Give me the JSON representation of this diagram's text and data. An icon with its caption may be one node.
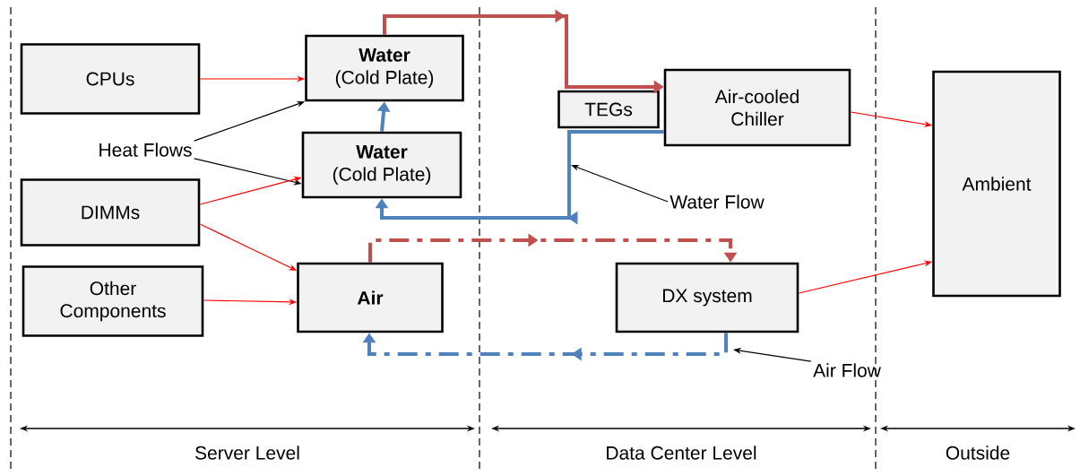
{
  "diagram": {
    "nodes": [
      {
        "text": [
          "CPUs"
        ]
      },
      {
        "text": [
          "Water",
          "(Cold Plate)"
        ]
      },
      {
        "text": [
          "Heat Flows"
        ]
      },
      {
        "text": [
          "Water",
          "(Cold Plate)"
        ]
      },
      {
        "text": [
          "DIMMs"
        ]
      },
      {
        "text": [
          "Other Components"
        ]
      },
      {
        "text": [
          "Air"
        ]
      },
      {
        "text": [
          "TEGs"
        ]
      },
      {
        "text": [
          "Air-cooled Chiller"
        ]
      },
      {
        "text": [
          "Water Flow"
        ]
      },
      {
        "text": [
          "Ambient"
        ]
      },
      {
        "text": [
          "DX system"
        ]
      },
      {
        "text": [
          "Air Flow"
        ]
      }
    ],
    "edges": [
      {
        "from": 0,
        "to": 1,
        "arrow": "to"
      },
      {
        "from": 2,
        "to": 1,
        "arrow": "to",
        "color": "#000000"
      },
      {
        "from": 2,
        "to": 3,
        "arrow": "to",
        "color": "#000000"
      },
      {
        "from": 4,
        "to": 3,
        "arrow": "to"
      },
      {
        "from": 4,
        "to": 6,
        "arrow": "to"
      },
      {
        "from": 5,
        "to": 6,
        "arrow": "to"
      },
      {
        "from": 3,
        "to": 1,
        "arrow": "to",
        "style": "thick",
        "color": "#4f81bd"
      },
      {
        "from": 1,
        "to": 8,
        "arrow": "to",
        "style": "thick",
        "color": "#c0504d"
      },
      {
        "from": 8,
        "to": 3,
        "arrow": "to",
        "style": "thick",
        "color": "#4f81bd"
      },
      {
        "from": 6,
        "to": 11,
        "arrow": "to",
        "style": "dashed",
        "color": "#c0504d"
      },
      {
        "from": 11,
        "to": 6,
        "arrow": "to",
        "style": "dashed",
        "color": "#4f81bd"
      },
      {
        "from": 9,
        "to": null,
        "arrow": "to",
        "color": "#000000"
      },
      {
        "from": 12,
        "to": null,
        "arrow": "to",
        "color": "#000000"
      },
      {
        "from": 8,
        "to": 10,
        "arrow": "to"
      },
      {
        "from": 11,
        "to": 10,
        "arrow": "to"
      }
    ],
    "labels": [
      "Server Level",
      "Data Center Level",
      "Outside"
    ]
  }
}
